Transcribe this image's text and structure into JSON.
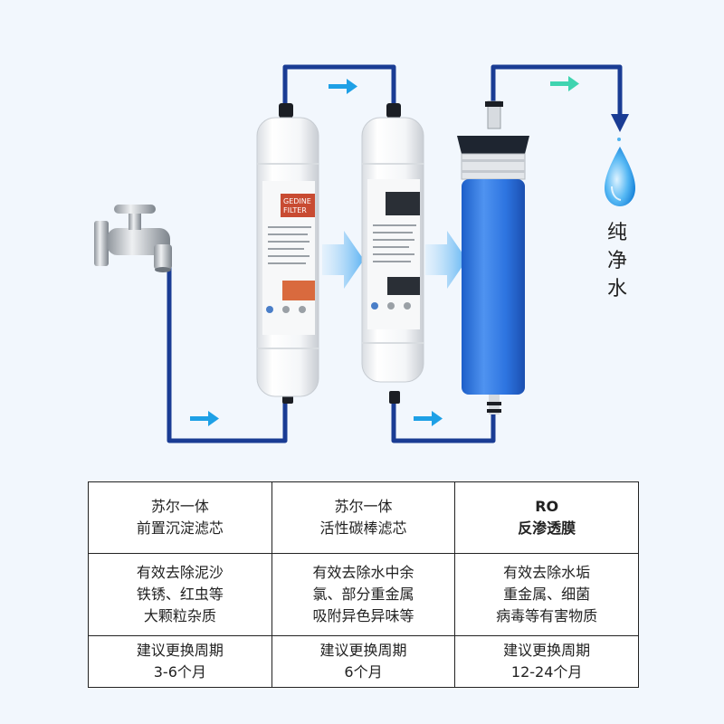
{
  "colors": {
    "accent": "#1f78e6",
    "pipe": "#1a3c94",
    "membrane": "#2d74e0",
    "arrow": "#1ea0e6",
    "arrow_out": "#3fd4b0",
    "water": "#2aa3ee"
  },
  "icons": [
    "faucet-icon",
    "water-drop-icon"
  ],
  "diagram": {
    "pure_water_label": "纯净水",
    "filters": [
      {
        "label_brand": "GEDINE",
        "label_text": "FILTER"
      },
      {
        "label_brand": "",
        "label_text": ""
      }
    ]
  },
  "table": {
    "columns": [
      {
        "title_line1": "苏尔一体",
        "title_line2": "前置沉淀滤芯",
        "effect": [
          "有效去除泥沙",
          "铁锈、红虫等",
          "大颗粒杂质"
        ],
        "period_label": "建议更换周期",
        "period_value": "3-6个月"
      },
      {
        "title_line1": "苏尔一体",
        "title_line2": "活性碳棒滤芯",
        "effect": [
          "有效去除水中余",
          "氯、部分重金属",
          "吸附异色异味等"
        ],
        "period_label": "建议更换周期",
        "period_value": "6个月"
      },
      {
        "title_line1": "RO",
        "title_line2": "反渗透膜",
        "effect": [
          "有效去除水垢",
          "重金属、细菌",
          "病毒等有害物质"
        ],
        "period_label": "建议更换周期",
        "period_value": "12-24个月"
      }
    ]
  }
}
